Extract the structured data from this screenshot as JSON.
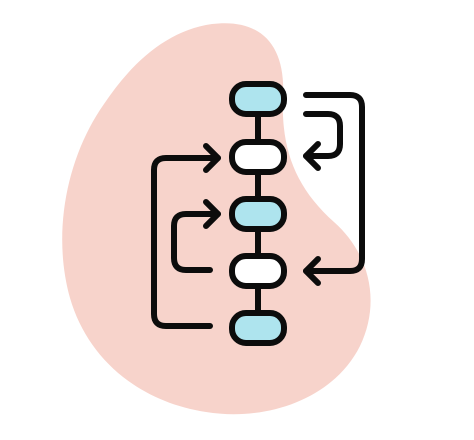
{
  "icon": {
    "name": "workflow-flowchart-icon",
    "colors": {
      "background": "#ffffff",
      "blob": "#f7d3cb",
      "stroke": "#0c0c0c",
      "node_fill_accent": "#aee4ee",
      "node_fill_plain": "#ffffff"
    },
    "nodes": [
      {
        "name": "node-1",
        "fill": "accent"
      },
      {
        "name": "node-2",
        "fill": "plain"
      },
      {
        "name": "node-3",
        "fill": "accent"
      },
      {
        "name": "node-4",
        "fill": "plain"
      },
      {
        "name": "node-5",
        "fill": "accent"
      }
    ]
  }
}
